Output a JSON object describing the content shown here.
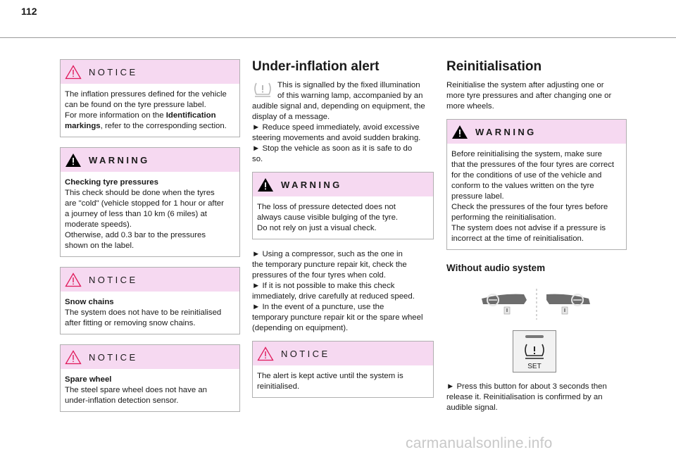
{
  "page_number": "112",
  "col1": {
    "notice1": {
      "title": "NOTICE",
      "lines": [
        "The inflation pressures defined for the vehicle",
        "can be found on the tyre pressure label.",
        "For more information on the "
      ],
      "bold": "Identification",
      "line4_bold": "markings",
      "line4_rest": ", refer to the corresponding section."
    },
    "warning1": {
      "title": "WARNING",
      "heading": "Checking tyre pressures",
      "lines": [
        "This check should be done when the tyres",
        "are \"cold\" (vehicle stopped for 1 hour or after",
        "a journey of less than 10 km (6 miles) at",
        "moderate speeds).",
        "Otherwise, add 0.3 bar to the pressures",
        "shown on the label."
      ]
    },
    "notice2": {
      "title": "NOTICE",
      "heading": "Snow chains",
      "lines": [
        "The system does not have to be reinitialised",
        "after fitting or removing snow chains."
      ]
    },
    "notice3": {
      "title": "NOTICE",
      "heading": "Spare wheel",
      "lines": [
        "The steel spare wheel does not have an",
        "under-inflation detection sensor."
      ]
    }
  },
  "col2": {
    "title": "Under-inflation alert",
    "intro": [
      "This is signalled by the fixed illumination",
      "of this warning lamp, accompanied by an",
      "audible signal and, depending on equipment, the",
      "display of a message.",
      "► Reduce speed immediately, avoid excessive",
      "steering movements and avoid sudden braking.",
      "► Stop the vehicle as soon as it is safe to do",
      "so."
    ],
    "warning": {
      "title": "WARNING",
      "lines": [
        "The loss of pressure detected does not",
        "always cause visible bulging of the tyre.",
        "Do not rely on just a visual check."
      ]
    },
    "steps": [
      "► Using a compressor, such as the one in",
      "the temporary puncture repair kit, check the",
      "pressures of the four tyres when cold.",
      "► If it is not possible to make this check",
      "immediately, drive carefully at reduced speed.",
      "► In the event of a puncture, use the",
      "temporary puncture repair kit or the spare wheel",
      "(depending on equipment)."
    ],
    "notice": {
      "title": "NOTICE",
      "lines": [
        "The alert is kept active until the system is",
        "reinitialised."
      ]
    }
  },
  "col3": {
    "title": "Reinitialisation",
    "intro": [
      "Reinitialise the system after adjusting one or",
      "more tyre pressures and after changing one or",
      "more wheels."
    ],
    "warning": {
      "title": "WARNING",
      "lines": [
        "Before reinitialising the system, make sure",
        "that the pressures of the four tyres are correct",
        "for the conditions of use of the vehicle and",
        "conform to the values written on the tyre",
        "pressure label.",
        "Check the pressures of the four tyres before",
        "performing the reinitialisation.",
        "The system does not advise if a pressure is",
        "incorrect at the time of reinitialisation."
      ]
    },
    "subheading": "Without audio system",
    "set_label": "SET",
    "steps": [
      "► Press this button for about 3 seconds then",
      "release it. Reinitialisation is confirmed by an",
      "audible signal."
    ]
  },
  "watermark": "carmanualsonline.info",
  "colors": {
    "box_header": "#f6d9f1",
    "warning_icon": "#000000",
    "notice_icon": "#e0195a"
  }
}
